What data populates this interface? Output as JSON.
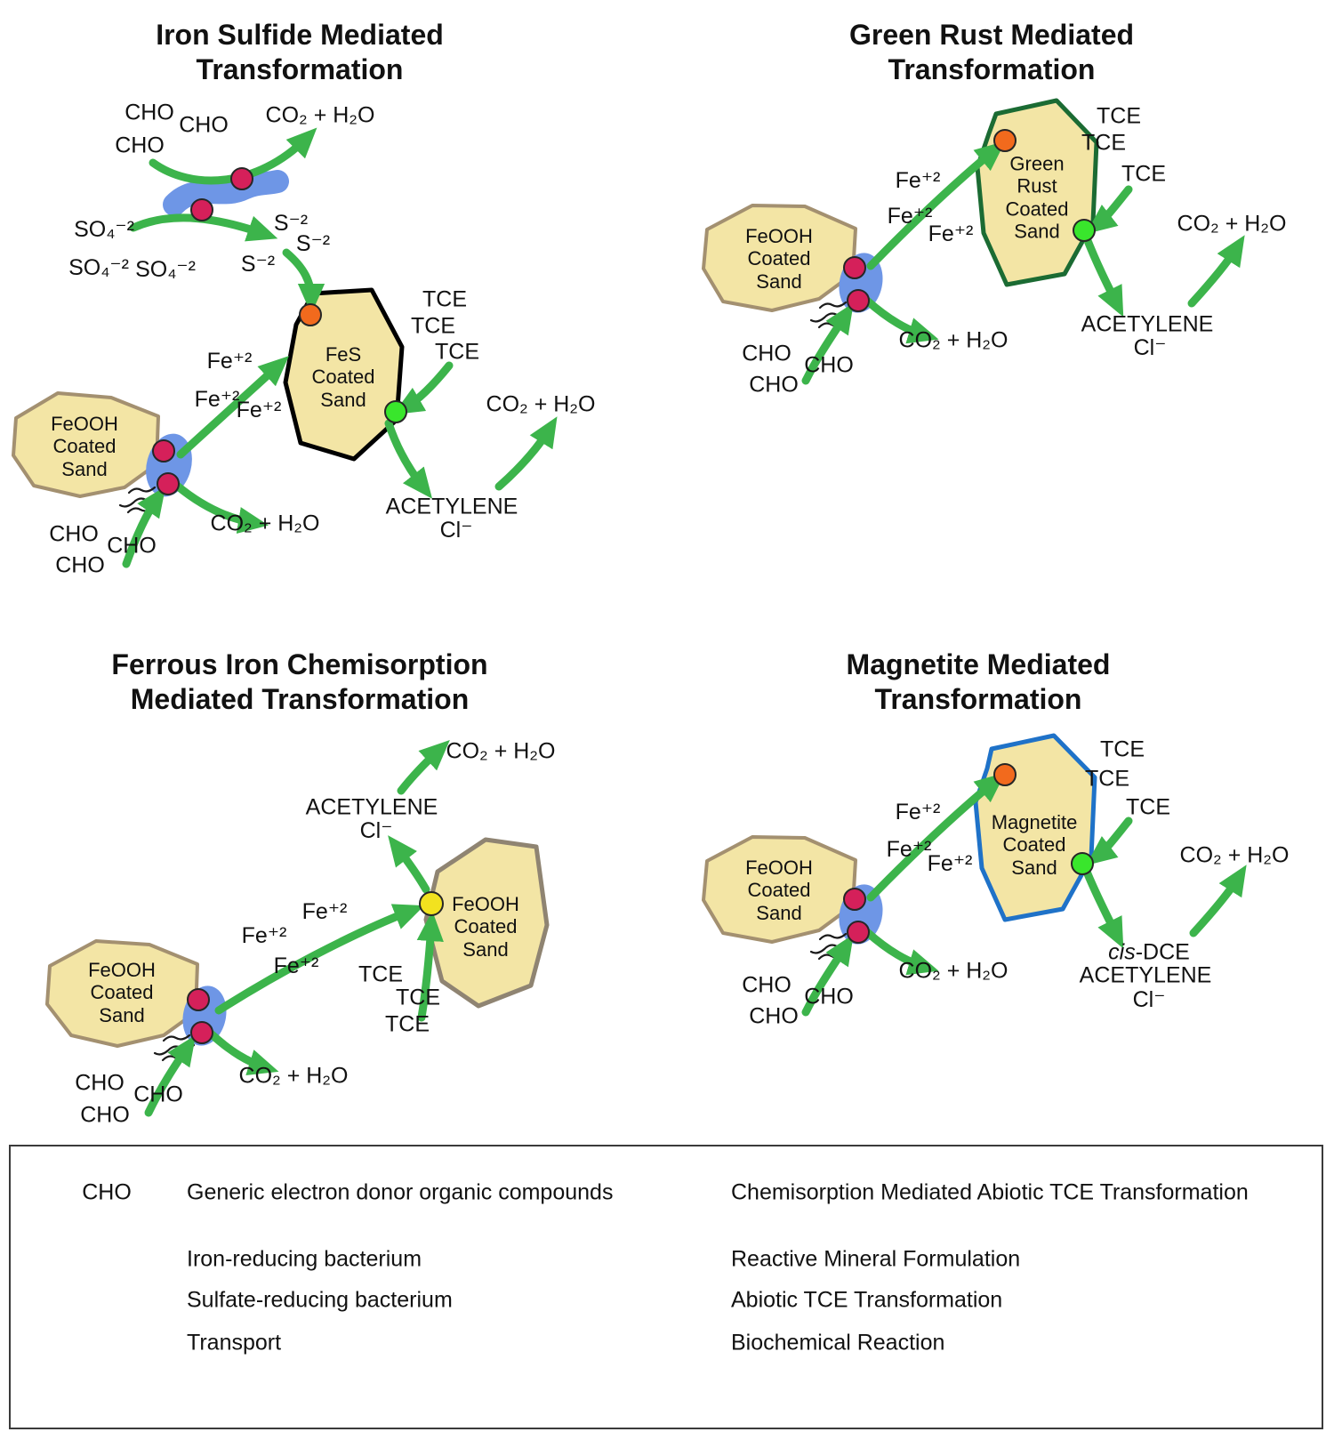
{
  "common": {
    "cho": "CHO",
    "tce": "TCE",
    "fe2": "Fe⁺²",
    "co2_h2o": "CO₂ + H₂O",
    "acetylene": "ACETYLENE",
    "cl": "Cl⁻",
    "feooh": {
      "l1": "FeOOH",
      "l2": "Coated",
      "l3": "Sand"
    }
  },
  "panels": {
    "iron_sulfide": {
      "title_l1": "Iron Sulfide Mediated",
      "title_l2": "Transformation",
      "so4": "SO₄⁻²",
      "s2": "S⁻²",
      "mineral": {
        "l1": "FeS",
        "l2": "Coated",
        "l3": "Sand"
      }
    },
    "green_rust": {
      "title_l1": "Green Rust Mediated",
      "title_l2": "Transformation",
      "mineral": {
        "l1": "Green",
        "l2": "Rust",
        "l3": "Coated",
        "l4": "Sand"
      }
    },
    "ferrous_chemisorption": {
      "title_l1": "Ferrous Iron Chemisorption",
      "title_l2": "Mediated Transformation"
    },
    "magnetite": {
      "title_l1": "Magnetite Mediated",
      "title_l2": "Transformation",
      "mineral": {
        "l1": "Magnetite",
        "l2": "Coated",
        "l3": "Sand"
      },
      "cis_prefix": "cis",
      "cis_suffix": "-DCE"
    }
  },
  "legend": {
    "cho_symbol": "CHO",
    "items_left": [
      {
        "label": "Generic electron donor organic compounds"
      },
      {
        "label": "Iron-reducing bacterium"
      },
      {
        "label": "Sulfate-reducing bacterium"
      },
      {
        "label": "Transport"
      }
    ],
    "items_right": [
      {
        "color": "#f2e21f",
        "label": "Chemisorption Mediated Abiotic TCE Transformation"
      },
      {
        "color": "#f26a1d",
        "label": "Reactive Mineral Formulation"
      },
      {
        "color": "#39e62c",
        "label": "Abiotic TCE Transformation"
      },
      {
        "color": "#d5205a",
        "label": "Biochemical Reaction"
      }
    ]
  },
  "colors": {
    "sand_fill": "#f3e5a5",
    "feooh_border": "#a39070",
    "fes_border": "#000000",
    "green_rust_border": "#1b6b33",
    "magnetite_border": "#1f72c8",
    "arrow_green": "#3cb44b",
    "bacterium_blue": "#6e96e6",
    "dot_red": "#d5205a",
    "dot_orange": "#f26a1d",
    "dot_green": "#39e62c",
    "dot_yellow": "#f2e21f"
  }
}
